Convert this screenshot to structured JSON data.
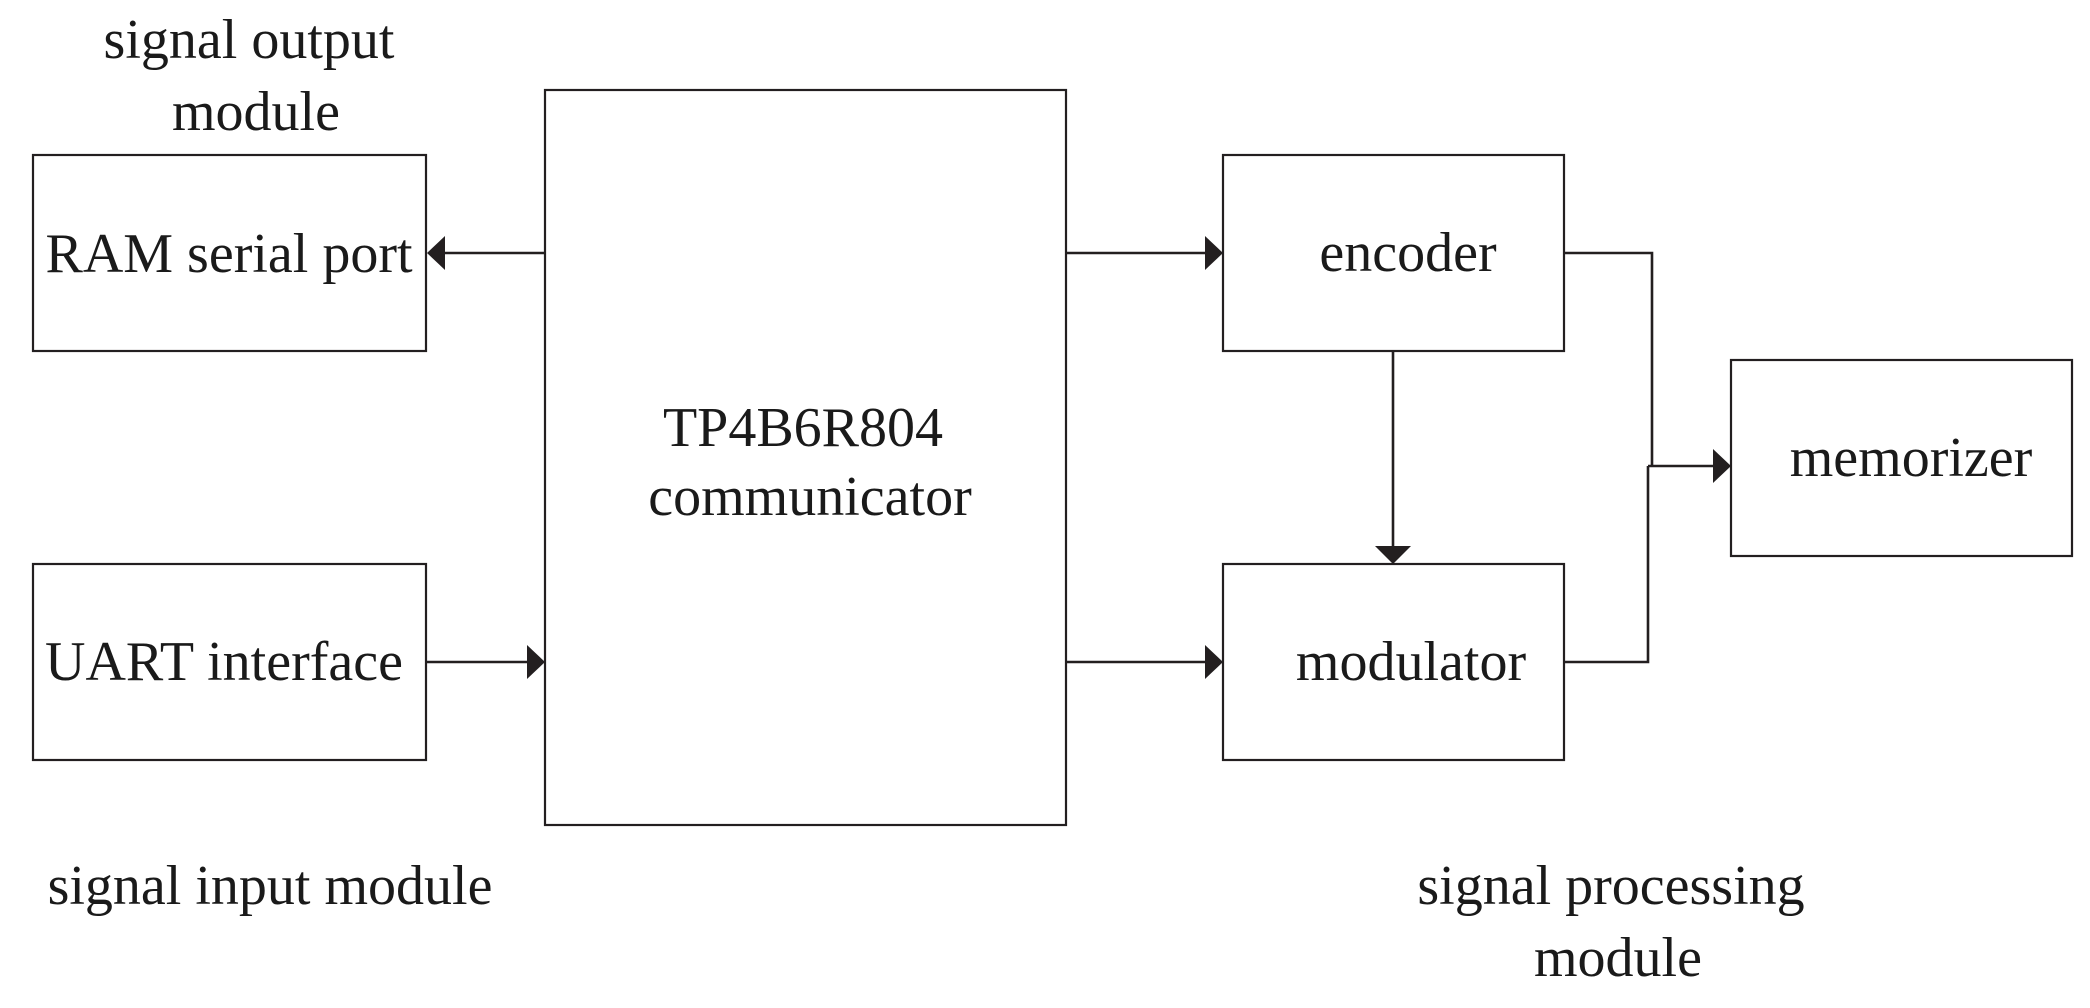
{
  "diagram": {
    "group_labels": {
      "signal_output_module": [
        "signal output",
        "module"
      ],
      "signal_input_module": "signal input module",
      "signal_processing_module": [
        "signal processing",
        "module"
      ]
    },
    "blocks": {
      "ram_serial_port": "RAM serial port",
      "uart_interface": "UART interface",
      "communicator": [
        "TP4B6R804",
        "communicator"
      ],
      "encoder": "encoder",
      "modulator": "modulator",
      "memorizer": "memorizer"
    },
    "connections": [
      {
        "from": "communicator",
        "to": "ram_serial_port"
      },
      {
        "from": "uart_interface",
        "to": "communicator"
      },
      {
        "from": "communicator",
        "to": "encoder"
      },
      {
        "from": "communicator",
        "to": "modulator"
      },
      {
        "from": "encoder",
        "to": "modulator"
      },
      {
        "from": "encoder",
        "to": "memorizer"
      },
      {
        "from": "modulator",
        "to": "memorizer"
      }
    ],
    "colors": {
      "line": "#231f20",
      "text": "#1a1a1a",
      "background": "#ffffff"
    }
  }
}
